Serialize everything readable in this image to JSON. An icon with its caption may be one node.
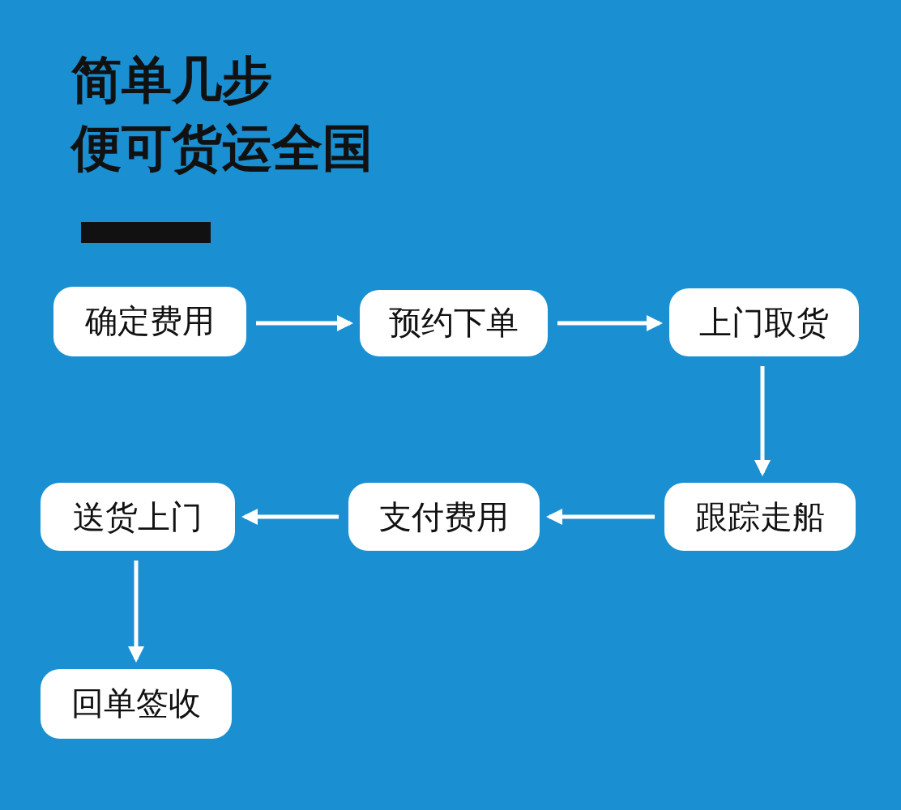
{
  "diagram": {
    "nodes": [
      {
        "text": [
          "确定费用"
        ]
      },
      {
        "text": [
          "预约下单"
        ]
      },
      {
        "text": [
          "上门取货"
        ]
      },
      {
        "text": [
          "跟踪走船"
        ]
      },
      {
        "text": [
          "支付费用"
        ]
      },
      {
        "text": [
          "送货上门"
        ]
      },
      {
        "text": [
          "回单签收"
        ]
      }
    ],
    "edges": [
      {
        "from": 0,
        "to": 1,
        "arrow": "to"
      },
      {
        "from": 1,
        "to": 2,
        "arrow": "to"
      },
      {
        "from": 2,
        "to": 3,
        "arrow": "to"
      },
      {
        "from": 3,
        "to": 4,
        "arrow": "to"
      },
      {
        "from": 4,
        "to": 5,
        "arrow": "to"
      },
      {
        "from": 5,
        "to": 6,
        "arrow": "to"
      }
    ],
    "labels": [
      "简单几步",
      "便可货运全国"
    ]
  }
}
